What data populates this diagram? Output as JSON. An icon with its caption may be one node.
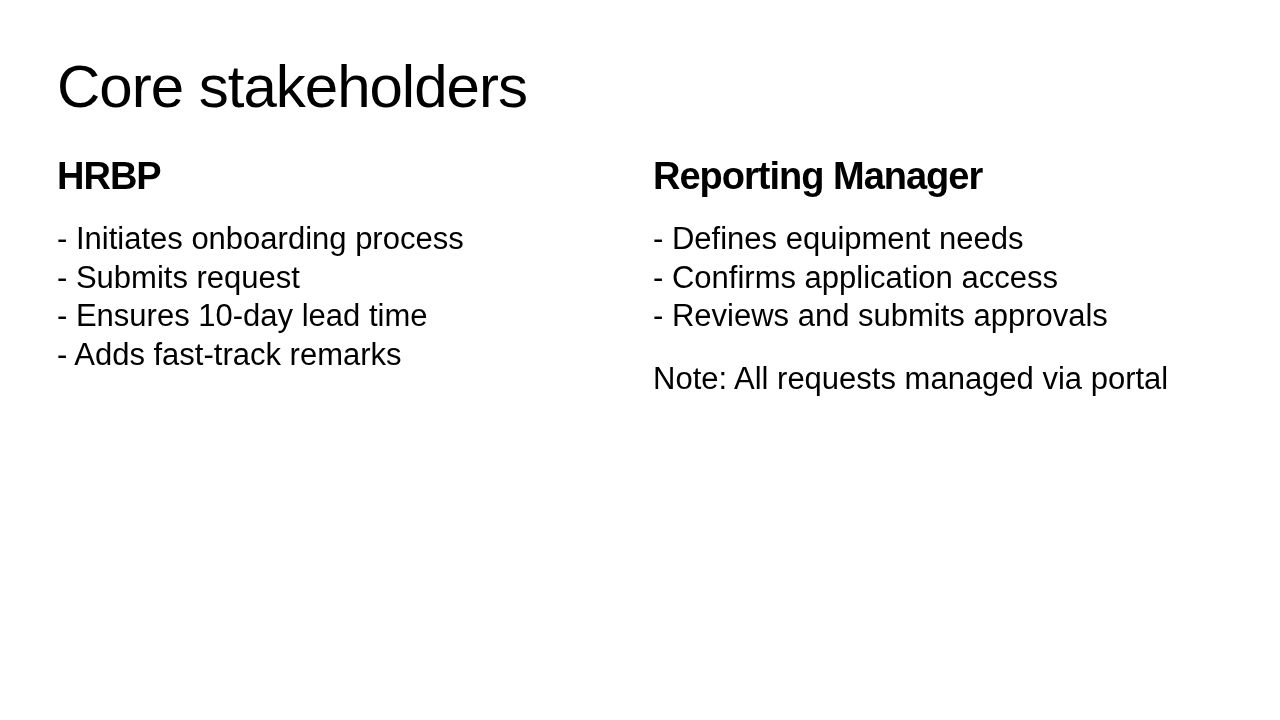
{
  "diagram": {
    "title": "Core stakeholders",
    "labels": [
      "HRBP",
      "Reporting Manager",
      "- Initiates onboarding process",
      "- Submits request",
      "- Ensures 10-day lead time",
      "- Adds fast-track remarks",
      "- Defines equipment needs",
      "- Confirms application access",
      "- Reviews and submits approvals",
      "Note: All requests managed via portal"
    ]
  }
}
